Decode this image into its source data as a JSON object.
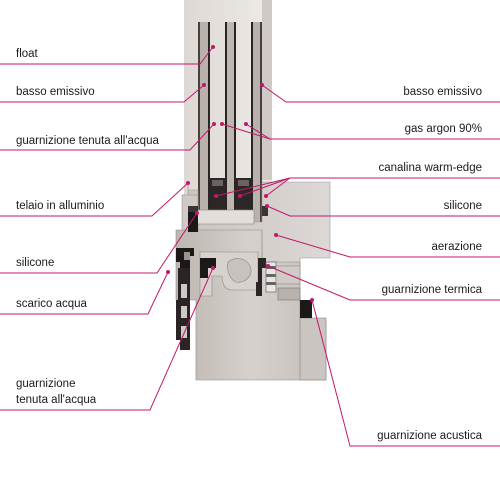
{
  "colors": {
    "leader": "#c2186b",
    "frame_light": "#d9d5d2",
    "frame_mid": "#bdb7b3",
    "frame_dark": "#8e8783",
    "black": "#1b1818",
    "glass": "#e8e4e1"
  },
  "labels_left": [
    {
      "id": "float",
      "text": "float"
    },
    {
      "id": "basso-emissivo-left",
      "text": "basso emissivo"
    },
    {
      "id": "guarnizione-tenuta-1",
      "text": "guarnizione tenuta all'acqua"
    },
    {
      "id": "telaio-alluminio",
      "text": "telaio in alluminio"
    },
    {
      "id": "silicone-left",
      "text": "silicone"
    },
    {
      "id": "scarico-acqua",
      "text": "scarico acqua"
    },
    {
      "id": "guarnizione-tenuta-2-line1",
      "text": "guarnizione"
    },
    {
      "id": "guarnizione-tenuta-2-line2",
      "text": "tenuta all'acqua"
    }
  ],
  "labels_right": [
    {
      "id": "basso-emissivo-right",
      "text": "basso emissivo"
    },
    {
      "id": "gas-argon",
      "text": "gas argon 90%"
    },
    {
      "id": "canalina",
      "text": "canalina warm-edge"
    },
    {
      "id": "silicone-right",
      "text": "silicone"
    },
    {
      "id": "aerazione",
      "text": "aerazione"
    },
    {
      "id": "guarnizione-termica",
      "text": "guarnizione termica"
    },
    {
      "id": "guarnizione-acustica",
      "text": "guarnizione acustica"
    }
  ]
}
